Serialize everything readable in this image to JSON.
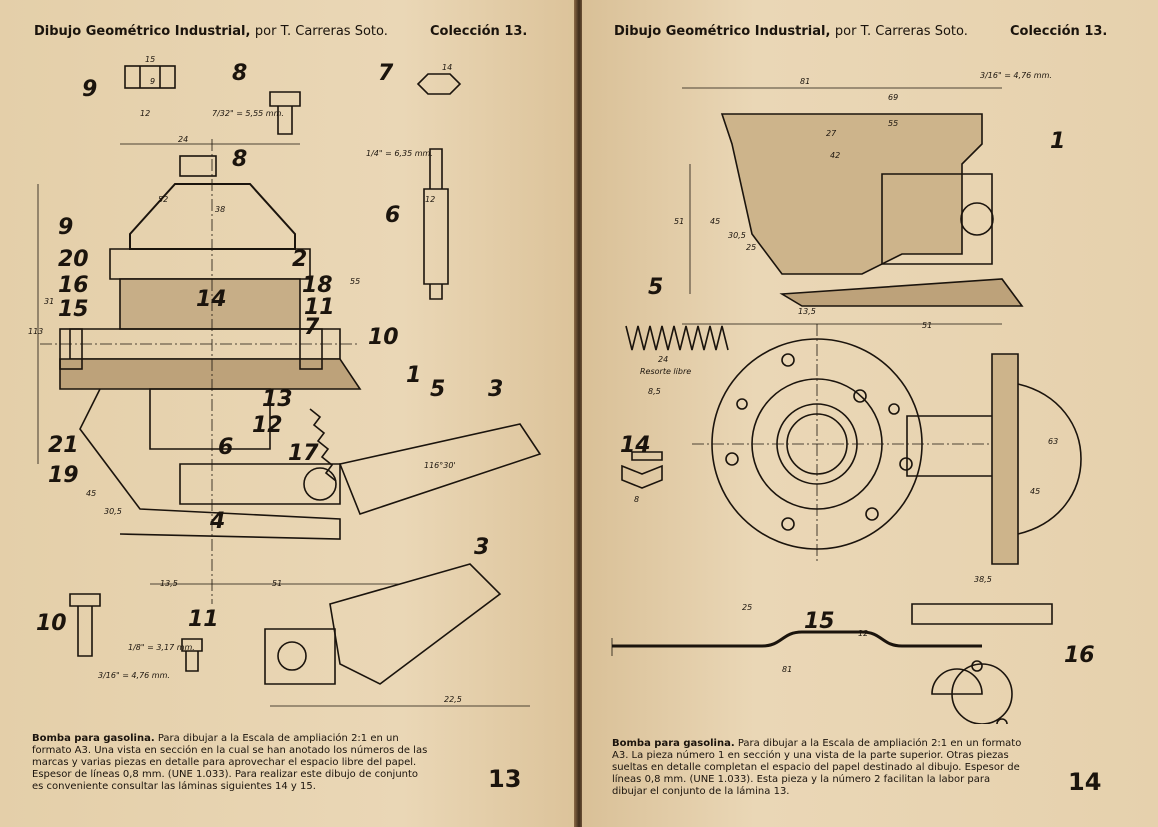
{
  "left_page": {
    "header_title": "Dibujo Geométrico Industrial,",
    "header_author": "por T. Carreras Soto.",
    "collection": "Colección 13.",
    "caption_title": "Bomba para gasolina.",
    "caption_text": "Para dibujar a la Escala de ampliación 2:1 en un formato A3. Una vista en sección en la cual se han anotado los números de las marcas y varias piezas en detalle para aprovechar el espacio libre del papel. Espesor de líneas 0,8 mm. (UNE 1.033). Para realizar este dibujo de conjunto es conveniente consultar las láminas siguientes 14 y 15.",
    "page_number": "13",
    "callouts": [
      "9",
      "8",
      "7",
      "8",
      "6",
      "9",
      "2",
      "20",
      "16",
      "18",
      "15",
      "14",
      "11",
      "7",
      "10",
      "1",
      "5",
      "3",
      "13",
      "21",
      "6",
      "12",
      "17",
      "19",
      "4",
      "3",
      "10",
      "11"
    ],
    "dimensions": [
      "15",
      "9",
      "12",
      "14",
      "7/32\" = 5,55 mm.",
      "24",
      "52",
      "38",
      "1/4\" = 6,35 mm.",
      "12",
      "31",
      "113",
      "55",
      "51",
      "13,5",
      "45",
      "30,5",
      "116°30'",
      "22,5",
      "1/8\" = 3,17 mm.",
      "3/16\" = 4,76 mm."
    ]
  },
  "right_page": {
    "header_title": "Dibujo Geométrico Industrial,",
    "header_author": "por T. Carreras Soto.",
    "collection": "Colección 13.",
    "caption_title": "Bomba para gasolina.",
    "caption_text": "Para dibujar a la Escala de ampliación 2:1 en un formato A3. La pieza número 1 en sección y una vista de la parte superior. Otras piezas sueltas en detalle completan el espacio del papel destinado al dibujo. Espesor de líneas 0,8 mm. (UNE 1.033). Esta pieza y la número 2 facilitan la labor para dibujar el conjunto de la lámina 13.",
    "page_number": "14",
    "callouts": [
      "1",
      "5",
      "14",
      "15",
      "16"
    ],
    "dimensions": [
      "81",
      "69",
      "55",
      "3/16\" = 4,76 mm.",
      "27",
      "42",
      "51",
      "45",
      "30,5",
      "25",
      "13,5",
      "51",
      "24",
      "Resorte libre",
      "8,5",
      "8",
      "63",
      "45",
      "38,5",
      "25",
      "12",
      "81"
    ]
  }
}
